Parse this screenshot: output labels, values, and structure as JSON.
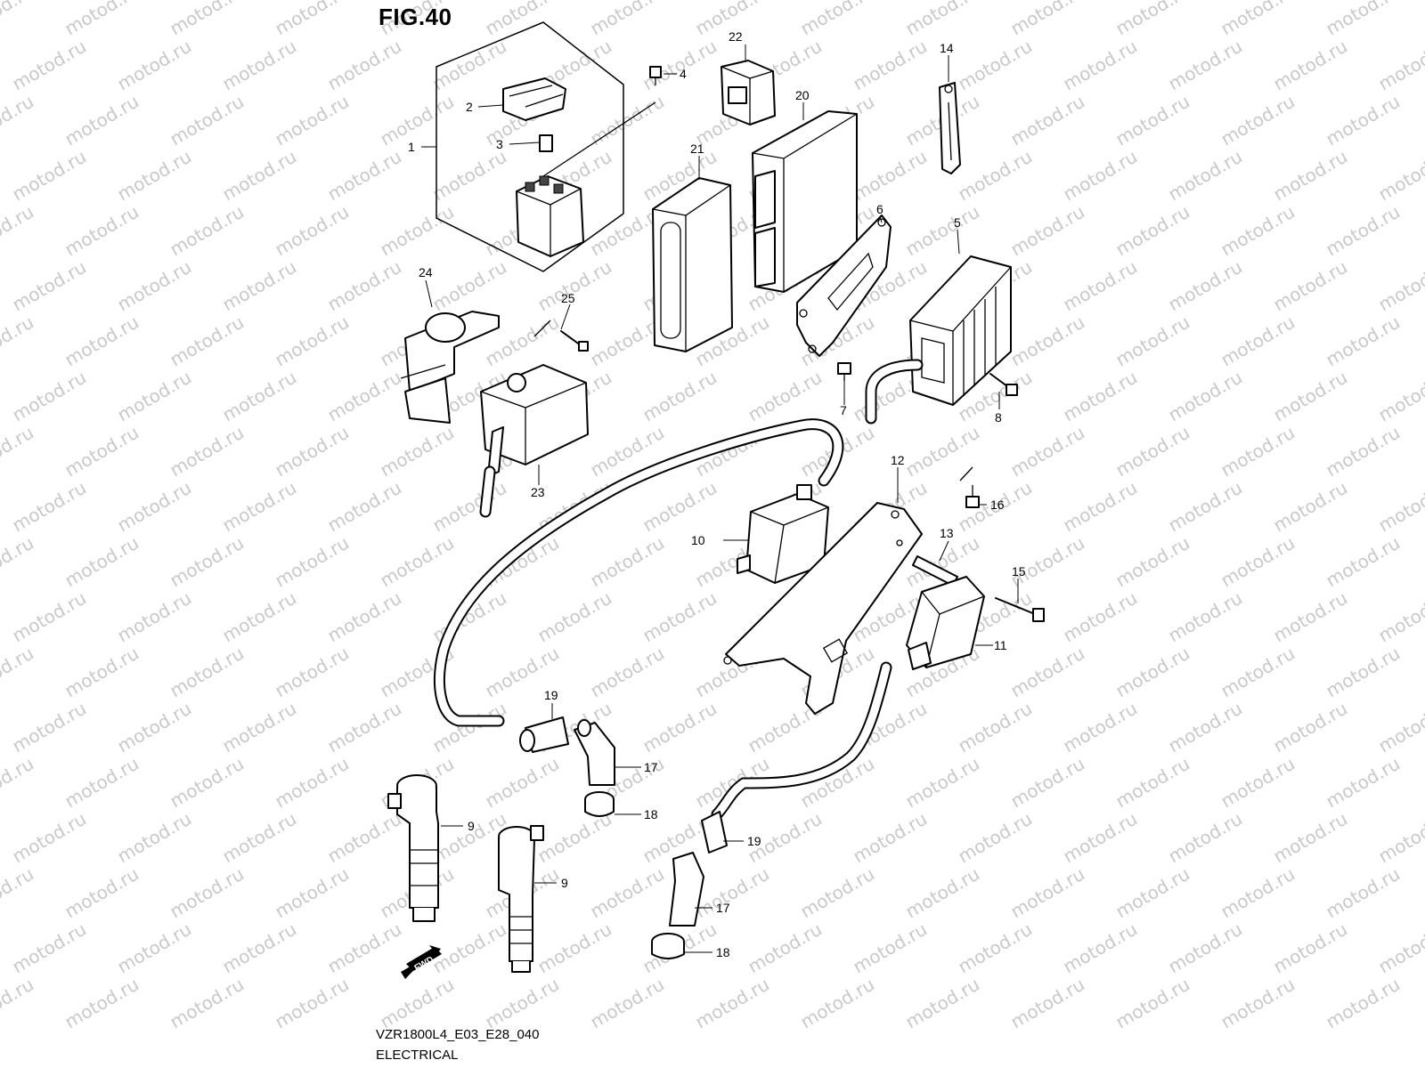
{
  "figure": {
    "title": "FIG.40"
  },
  "footer": {
    "model_code": "VZR1800L4_E03_E28_040",
    "section": "ELECTRICAL"
  },
  "watermark": {
    "text": "motod.ru"
  },
  "direction_badge": {
    "text": "FWD"
  },
  "callouts": {
    "c1": "1",
    "c2": "2",
    "c3": "3",
    "c4": "4",
    "c5": "5",
    "c6": "6",
    "c7": "7",
    "c8": "8",
    "c9a": "9",
    "c9b": "9",
    "c10": "10",
    "c11": "11",
    "c12": "12",
    "c13": "13",
    "c14": "14",
    "c15": "15",
    "c16": "16",
    "c17a": "17",
    "c17b": "17",
    "c18a": "18",
    "c18b": "18",
    "c19a": "19",
    "c19b": "19",
    "c20": "20",
    "c21": "21",
    "c22": "22",
    "c23": "23",
    "c24": "24",
    "c25": "25"
  }
}
